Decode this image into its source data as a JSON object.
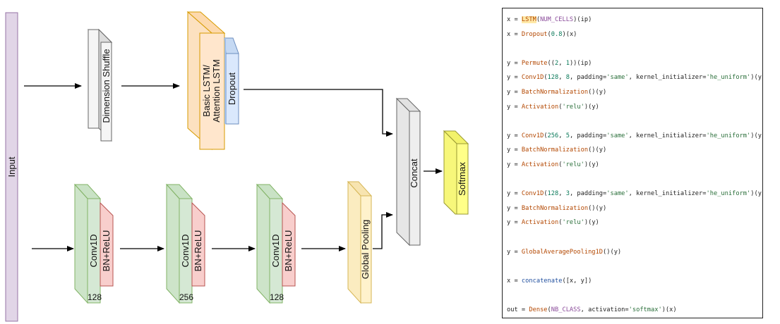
{
  "diagram": {
    "input_label": "Input",
    "dimension_shuffle_label": "Dimension Shuffle",
    "lstm_label_line1": "Basic LSTM/",
    "lstm_label_line2": "Attention LSTM",
    "dropout_label": "Dropout",
    "concat_label": "Concat",
    "softmax_label": "Softmax",
    "global_pooling_label": "Global Pooling",
    "conv_blocks": [
      {
        "conv_label": "Conv1D",
        "bn_label": "BN+ReLU",
        "filters": "128"
      },
      {
        "conv_label": "Conv1D",
        "bn_label": "BN+ReLU",
        "filters": "256"
      },
      {
        "conv_label": "Conv1D",
        "bn_label": "BN+ReLU",
        "filters": "128"
      }
    ],
    "colors": {
      "input": "#e1d5e7",
      "shuffle": "#f5f5f5",
      "lstm": "#ffe6cc",
      "dropout": "#dae8fc",
      "concat": "#eeeeee",
      "softmax": "#ffff88",
      "conv": "#d5e8d4",
      "bn": "#f8cecc",
      "pooling": "#fff2cc"
    }
  },
  "code": {
    "lines": [
      [
        {
          "t": "x = ",
          "c": "p"
        },
        {
          "t": "LSTM",
          "c": "hl"
        },
        {
          "t": "(",
          "c": "p"
        },
        {
          "t": "NUM_CELLS",
          "c": "var"
        },
        {
          "t": ")(ip)",
          "c": "p"
        }
      ],
      [
        {
          "t": "x = ",
          "c": "p"
        },
        {
          "t": "Dropout",
          "c": "fn"
        },
        {
          "t": "(",
          "c": "p"
        },
        {
          "t": "0.8",
          "c": "num"
        },
        {
          "t": ")(x)",
          "c": "p"
        }
      ],
      [],
      [
        {
          "t": "y = ",
          "c": "p"
        },
        {
          "t": "Permute",
          "c": "fn"
        },
        {
          "t": "((",
          "c": "p"
        },
        {
          "t": "2",
          "c": "num"
        },
        {
          "t": ", ",
          "c": "p"
        },
        {
          "t": "1",
          "c": "num"
        },
        {
          "t": "))(ip)",
          "c": "p"
        }
      ],
      [
        {
          "t": "y = ",
          "c": "p"
        },
        {
          "t": "Conv1D",
          "c": "fn"
        },
        {
          "t": "(",
          "c": "p"
        },
        {
          "t": "128",
          "c": "num"
        },
        {
          "t": ", ",
          "c": "p"
        },
        {
          "t": "8",
          "c": "num"
        },
        {
          "t": ", padding=",
          "c": "p"
        },
        {
          "t": "'same'",
          "c": "str"
        },
        {
          "t": ", kernel_initializer=",
          "c": "p"
        },
        {
          "t": "'he_uniform'",
          "c": "str"
        },
        {
          "t": ")(y)",
          "c": "p"
        }
      ],
      [
        {
          "t": "y = ",
          "c": "p"
        },
        {
          "t": "BatchNormalization",
          "c": "fn"
        },
        {
          "t": "()(y)",
          "c": "p"
        }
      ],
      [
        {
          "t": "y = ",
          "c": "p"
        },
        {
          "t": "Activation",
          "c": "fn"
        },
        {
          "t": "(",
          "c": "p"
        },
        {
          "t": "'relu'",
          "c": "str"
        },
        {
          "t": ")(y)",
          "c": "p"
        }
      ],
      [],
      [
        {
          "t": "y = ",
          "c": "p"
        },
        {
          "t": "Conv1D",
          "c": "fn"
        },
        {
          "t": "(",
          "c": "p"
        },
        {
          "t": "256",
          "c": "num"
        },
        {
          "t": ", ",
          "c": "p"
        },
        {
          "t": "5",
          "c": "num"
        },
        {
          "t": ", padding=",
          "c": "p"
        },
        {
          "t": "'same'",
          "c": "str"
        },
        {
          "t": ", kernel_initializer=",
          "c": "p"
        },
        {
          "t": "'he_uniform'",
          "c": "str"
        },
        {
          "t": ")(y)",
          "c": "p"
        }
      ],
      [
        {
          "t": "y = ",
          "c": "p"
        },
        {
          "t": "BatchNormalization",
          "c": "fn"
        },
        {
          "t": "()(y)",
          "c": "p"
        }
      ],
      [
        {
          "t": "y = ",
          "c": "p"
        },
        {
          "t": "Activation",
          "c": "fn"
        },
        {
          "t": "(",
          "c": "p"
        },
        {
          "t": "'relu'",
          "c": "str"
        },
        {
          "t": ")(y)",
          "c": "p"
        }
      ],
      [],
      [
        {
          "t": "y = ",
          "c": "p"
        },
        {
          "t": "Conv1D",
          "c": "fn"
        },
        {
          "t": "(",
          "c": "p"
        },
        {
          "t": "128",
          "c": "num"
        },
        {
          "t": ", ",
          "c": "p"
        },
        {
          "t": "3",
          "c": "num"
        },
        {
          "t": ", padding=",
          "c": "p"
        },
        {
          "t": "'same'",
          "c": "str"
        },
        {
          "t": ", kernel_initializer=",
          "c": "p"
        },
        {
          "t": "'he_uniform'",
          "c": "str"
        },
        {
          "t": ")(y)",
          "c": "p"
        }
      ],
      [
        {
          "t": "y = ",
          "c": "p"
        },
        {
          "t": "BatchNormalization",
          "c": "fn"
        },
        {
          "t": "()(y)",
          "c": "p"
        }
      ],
      [
        {
          "t": "y = ",
          "c": "p"
        },
        {
          "t": "Activation",
          "c": "fn"
        },
        {
          "t": "(",
          "c": "p"
        },
        {
          "t": "'relu'",
          "c": "str"
        },
        {
          "t": ")(y)",
          "c": "p"
        }
      ],
      [],
      [
        {
          "t": "y = ",
          "c": "p"
        },
        {
          "t": "GlobalAveragePooling1D",
          "c": "fn"
        },
        {
          "t": "()(y)",
          "c": "p"
        }
      ],
      [],
      [
        {
          "t": "x = ",
          "c": "p"
        },
        {
          "t": "concatenate",
          "c": "kw"
        },
        {
          "t": "([x, y])",
          "c": "p"
        }
      ],
      [],
      [
        {
          "t": "out = ",
          "c": "p"
        },
        {
          "t": "Dense",
          "c": "fn"
        },
        {
          "t": "(",
          "c": "p"
        },
        {
          "t": "NB_CLASS",
          "c": "var"
        },
        {
          "t": ", activation=",
          "c": "p"
        },
        {
          "t": "'softmax'",
          "c": "str"
        },
        {
          "t": ")(x)",
          "c": "p"
        }
      ]
    ]
  }
}
